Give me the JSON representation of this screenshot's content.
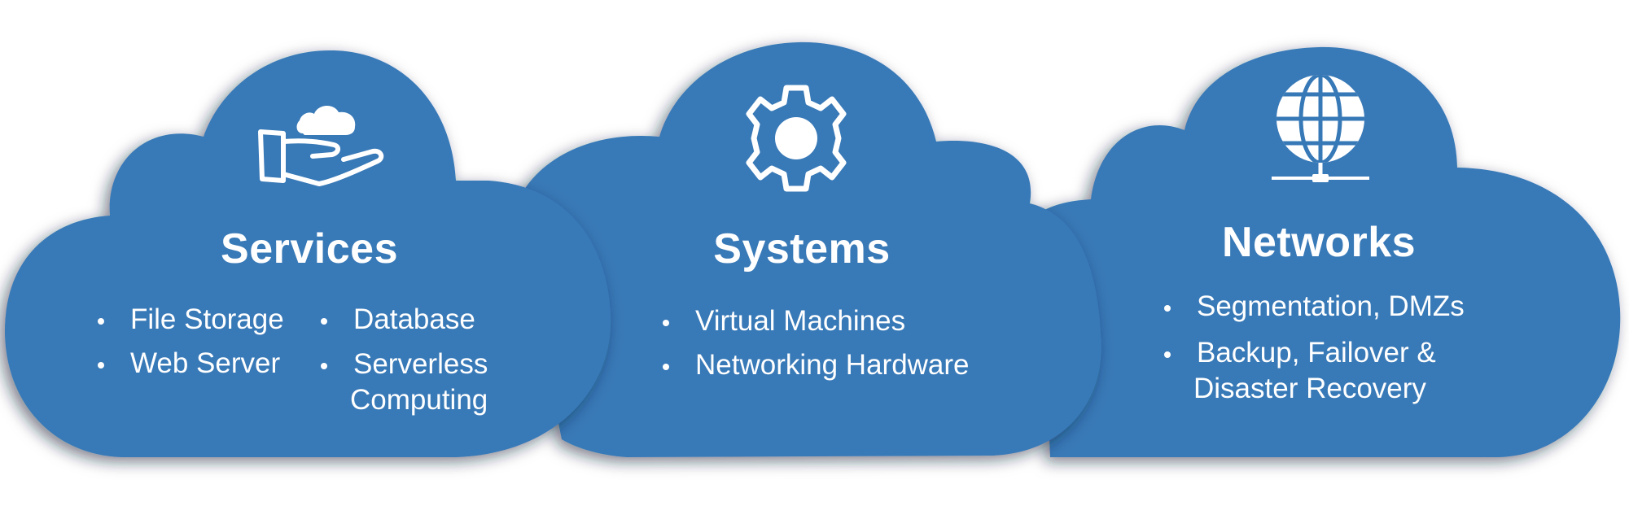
{
  "colors": {
    "cloud_fill": "#3779b7",
    "cloud_shadow": "#1d3e60",
    "text": "#ffffff",
    "background": "#ffffff"
  },
  "clouds": [
    {
      "icon": "cloud-hand-icon",
      "title": "Services",
      "bullets_left": [
        "File Storage",
        "Web Server"
      ],
      "bullets_right": [
        "Database",
        "Serverless",
        "Computing"
      ]
    },
    {
      "icon": "gear-icon",
      "title": "Systems",
      "bullets": [
        "Virtual Machines",
        "Networking Hardware"
      ]
    },
    {
      "icon": "globe-network-icon",
      "title": "Networks",
      "bullets": [
        "Segmentation, DMZs",
        "Backup, Failover &",
        "Disaster Recovery"
      ]
    }
  ]
}
